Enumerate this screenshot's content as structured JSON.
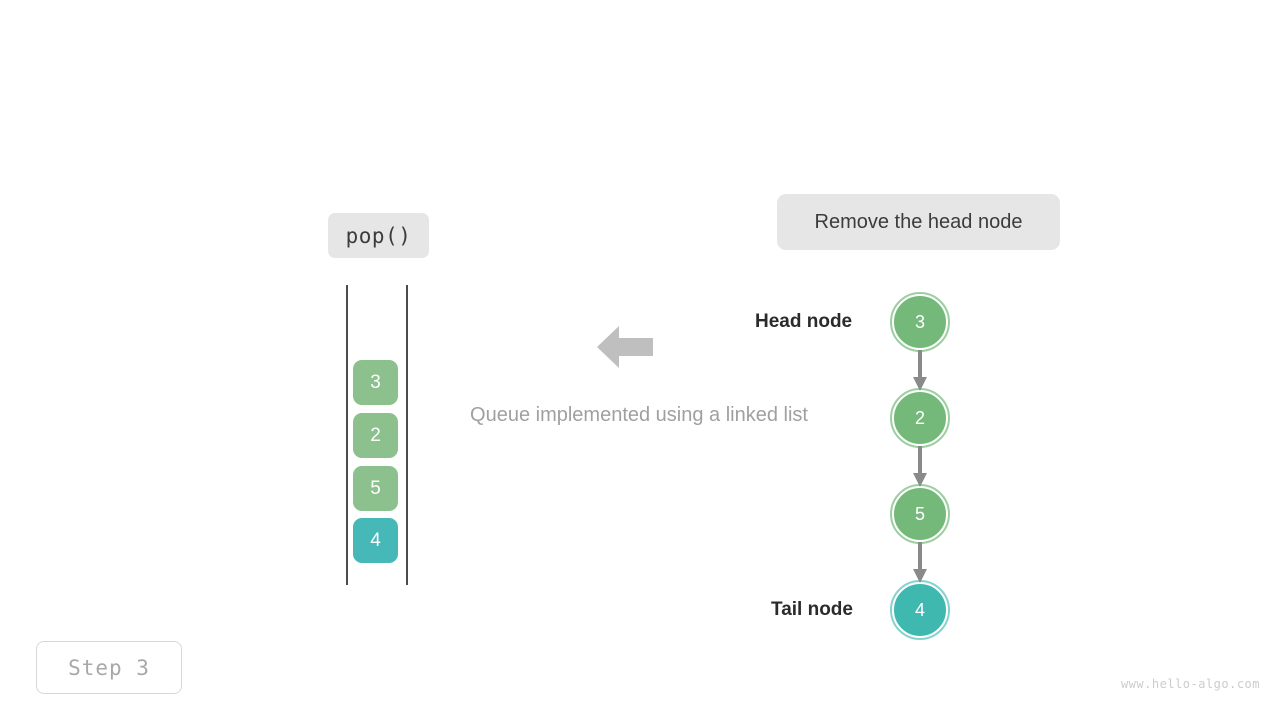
{
  "diagram": {
    "operation_chip": {
      "label": "pop()"
    },
    "callout": {
      "label": "Remove the head node"
    },
    "caption": {
      "text": "Queue implemented using a linked list"
    },
    "step_badge": {
      "label": "Step  3"
    },
    "watermark": {
      "text": "www.hello-algo.com"
    },
    "arrow_icon_name": "left-block-arrow-icon",
    "queue": {
      "items": [
        {
          "value": "3",
          "color": "#8cc08c",
          "state": "normal"
        },
        {
          "value": "2",
          "color": "#8cc08c",
          "state": "normal"
        },
        {
          "value": "5",
          "color": "#8cc08c",
          "state": "normal"
        },
        {
          "value": "4",
          "color": "#47b8b8",
          "state": "highlight"
        }
      ]
    },
    "linked_list": {
      "head_label": "Head node",
      "tail_label": "Tail node",
      "nodes": [
        {
          "value": "3",
          "color": "#74b97a",
          "ring": "#9ccfa0",
          "role": "head"
        },
        {
          "value": "2",
          "color": "#74b97a",
          "ring": "#9ccfa0",
          "role": "middle"
        },
        {
          "value": "5",
          "color": "#74b97a",
          "ring": "#9ccfa0",
          "role": "middle"
        },
        {
          "value": "4",
          "color": "#3fb8b0",
          "ring": "#84d3ce",
          "role": "tail"
        }
      ]
    },
    "colors": {
      "chip_bg": "#e6e6e6",
      "green": "#8cc08c",
      "teal": "#47b8b8",
      "node_green": "#74b97a",
      "node_teal": "#3fb8b0",
      "arrow_gray": "#bfbfbf",
      "link_gray": "#8a8a8a",
      "caption_gray": "#a0a0a0"
    }
  }
}
